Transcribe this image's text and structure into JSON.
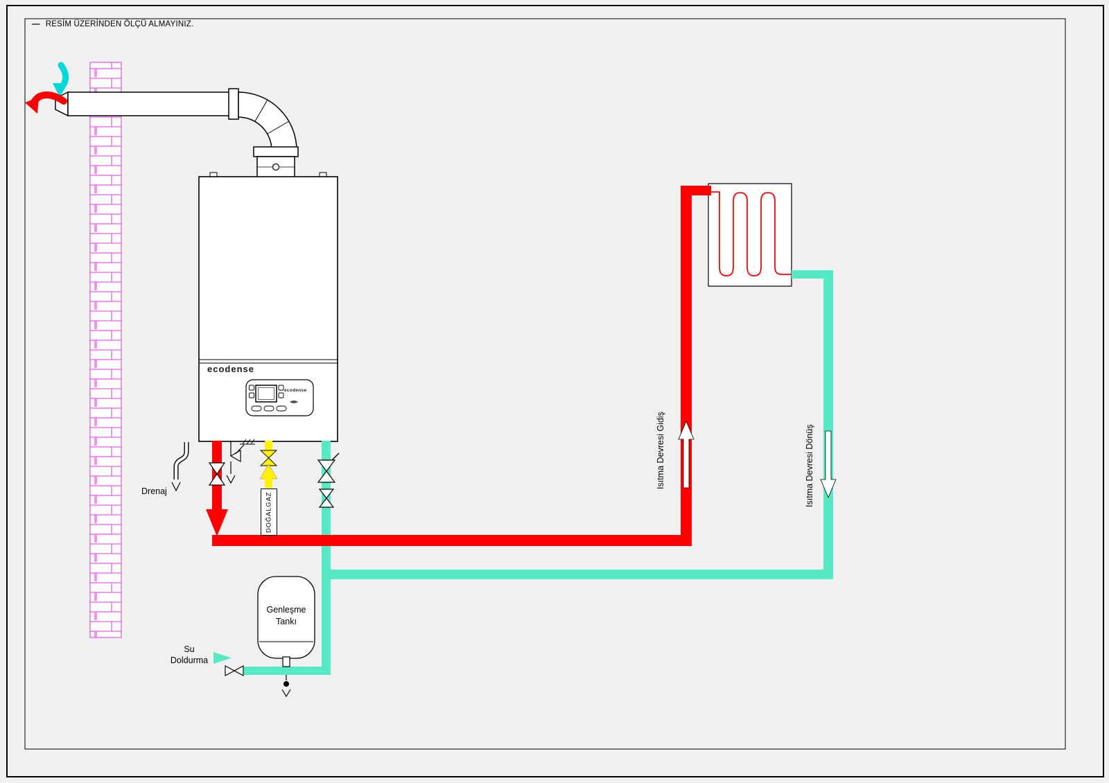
{
  "note": {
    "dash": "—",
    "text": "RESİM ÜZERİNDEN ÖLÇÜ ALMAYINIZ."
  },
  "boiler": {
    "brand": "ecodense",
    "panel_brand": "ecodense"
  },
  "labels": {
    "drain": "Drenaj",
    "natural_gas": "DOĞALGAZ",
    "heating_supply": "Isıtma Devresi Gidiş",
    "heating_return": "Isıtma Devresi Dönüş",
    "expansion_tank": [
      "Genleşme",
      "Tankı"
    ],
    "water_fill": [
      "Su",
      "Doldurma"
    ]
  },
  "colors": {
    "background": "#F0F0F0",
    "supply_red": "#FF0000",
    "return_aqua": "#57E8C4",
    "gas_yellow": "#FFF100",
    "brick_magenta": "#E95CE9",
    "intake_cyan": "#00D9D9"
  }
}
